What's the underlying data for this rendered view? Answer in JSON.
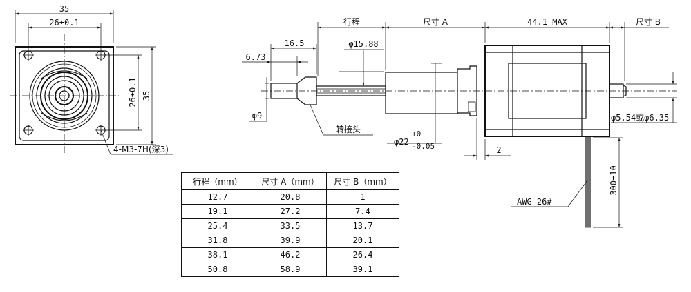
{
  "front_view": {
    "dim_width": "35",
    "dim_hole_spacing_h": "26±0.1",
    "dim_hole_spacing_v": "26±0.1",
    "dim_height": "35",
    "callout_holes": "4-M3-7H(深3)"
  },
  "side_view": {
    "dim_stroke": "行程",
    "dim_size_a": "尺寸 A",
    "dim_body_max": "44.1 MAX",
    "dim_size_b": "尺寸 B",
    "dim_16_5": "16.5",
    "dim_6_73": "6.73",
    "dim_phi_15_88": "φ15.88",
    "dim_phi_9": "φ9",
    "callout_adapter": "转接头",
    "dim_phi_22": "φ22",
    "dim_phi_22_tol_upper": "+0",
    "dim_phi_22_tol_lower": "-0.05",
    "dim_2": "2",
    "dim_shaft_phi": "φ5.54或φ6.35",
    "dim_lead_length": "300±10",
    "callout_wire": "AWG 26#"
  },
  "spec_table": {
    "headers": [
      "行程（mm）",
      "尺寸 A（mm）",
      "尺寸 B（mm）"
    ],
    "rows": [
      [
        "12.7",
        "20.8",
        "1"
      ],
      [
        "19.1",
        "27.2",
        "7.4"
      ],
      [
        "25.4",
        "33.5",
        "13.7"
      ],
      [
        "31.8",
        "39.9",
        "20.1"
      ],
      [
        "38.1",
        "46.2",
        "26.4"
      ],
      [
        "50.8",
        "58.9",
        "39.1"
      ]
    ]
  }
}
